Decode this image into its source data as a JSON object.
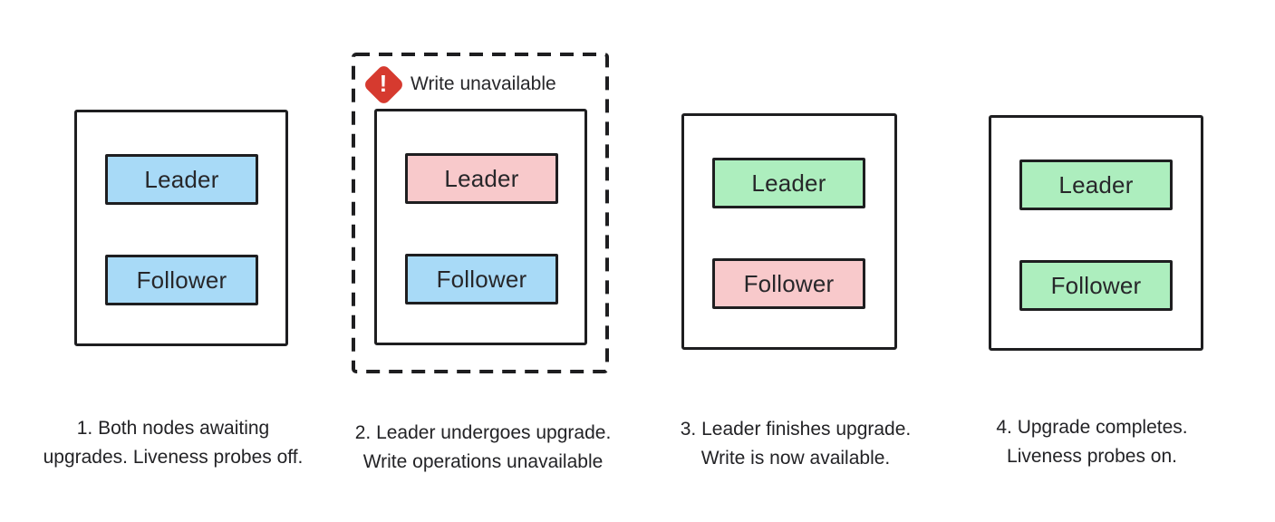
{
  "colors": {
    "awaiting": "#a8daf7",
    "upgrading": "#f8c9cb",
    "upgraded": "#adeebe",
    "outline": "#1e1e20",
    "warning_red": "#d63a2f",
    "text": "#27272a",
    "background": "#ffffff"
  },
  "warning": {
    "icon": "alert-diamond",
    "label": "Write unavailable"
  },
  "panels": [
    {
      "caption": [
        "1. Both nodes awaiting",
        "upgrades. Liveness probes off."
      ],
      "nodes": [
        {
          "label": "Leader",
          "state": "awaiting"
        },
        {
          "label": "Follower",
          "state": "awaiting"
        }
      ]
    },
    {
      "caption": [
        "2. Leader undergoes upgrade.",
        "Write operations unavailable"
      ],
      "nodes": [
        {
          "label": "Leader",
          "state": "upgrading"
        },
        {
          "label": "Follower",
          "state": "awaiting"
        }
      ]
    },
    {
      "caption": [
        "3. Leader finishes upgrade.",
        "Write is now available."
      ],
      "nodes": [
        {
          "label": "Leader",
          "state": "upgraded"
        },
        {
          "label": "Follower",
          "state": "upgrading"
        }
      ]
    },
    {
      "caption": [
        "4. Upgrade completes.",
        "Liveness probes on."
      ],
      "nodes": [
        {
          "label": "Leader",
          "state": "upgraded"
        },
        {
          "label": "Follower",
          "state": "upgraded"
        }
      ]
    }
  ]
}
